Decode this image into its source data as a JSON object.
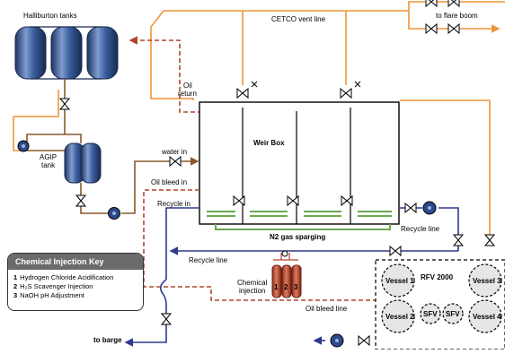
{
  "labels": {
    "halliburton_tanks": "Halliburton tanks",
    "cetco_vent_line": "CETCO vent line",
    "to_flare_boom": "to flare boom",
    "oil_return_1": "Oil",
    "oil_return_2": "return",
    "agip_tank_1": "AGIP",
    "agip_tank_2": "tank",
    "water_in": "water in",
    "oil_bleed_in": "Oil bleed in",
    "recycle_in": "Recycle in",
    "weir_box": "Weir Box",
    "n2_gas_sparging": "N2 gas sparging",
    "recycle_line_right": "Recycle line",
    "recycle_line_mid": "Recycle line",
    "chemical_injection_1": "Chemical",
    "chemical_injection_2": "injection",
    "oil_bleed_line": "Oil bleed line",
    "to_barge": "to barge",
    "rfv_2000": "RFV 2000",
    "vessel_1": "Vessel 1",
    "vessel_2": "Vessel 2",
    "vessel_3": "Vessel 3",
    "vessel_4": "Vessel 4",
    "sfv_1": "SFV",
    "sfv_2": "SFV",
    "cyl_1": "1",
    "cyl_2": "2",
    "cyl_3": "3"
  },
  "key": {
    "title": "Chemical Injection Key",
    "items": [
      {
        "num": "1",
        "text": "Hydrogen Chloride Acidification"
      },
      {
        "num": "2",
        "text": "H₂S Scavenger Injection"
      },
      {
        "num": "3",
        "text": "NaOH pH Adjustment"
      }
    ]
  },
  "colors": {
    "vent": "#f0943a",
    "water": "#8a5a2b",
    "oil": "#b0452c",
    "recycle": "#2e3a8c",
    "n2": "#6aa84f",
    "tank": "#2b4a8a"
  }
}
